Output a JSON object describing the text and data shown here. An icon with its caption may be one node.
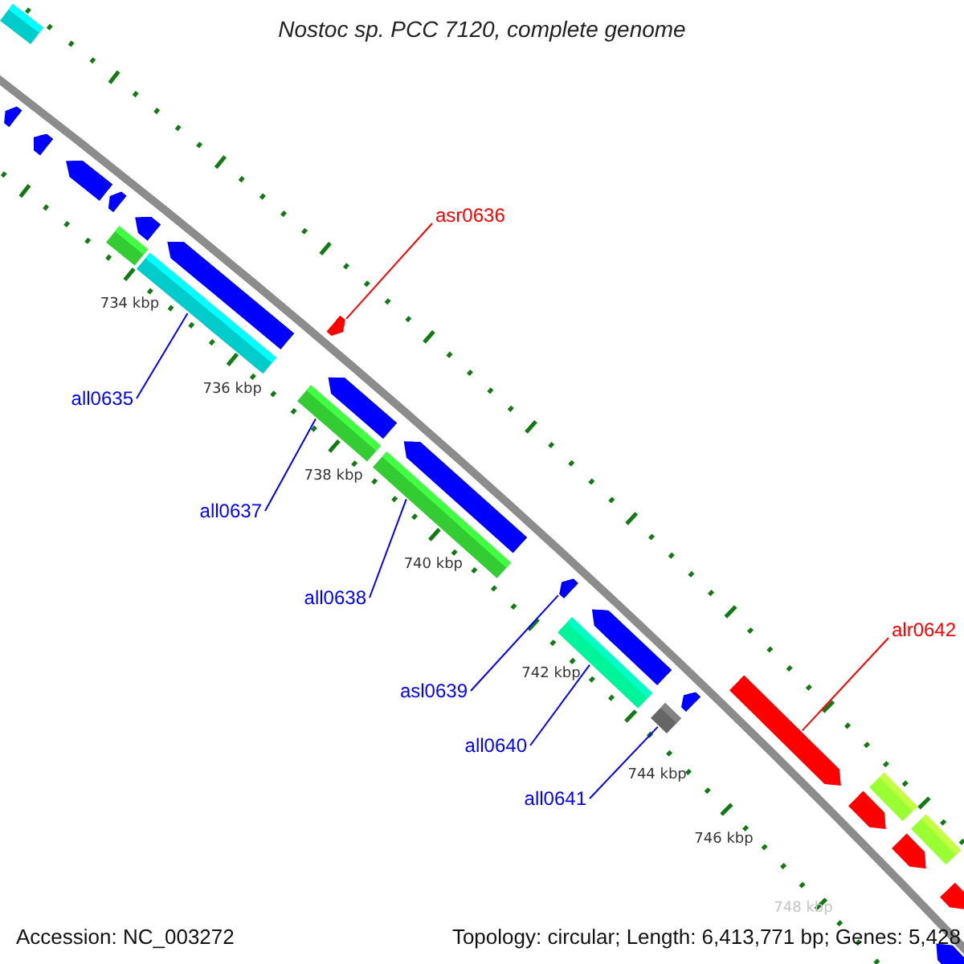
{
  "diagram": {
    "title": "Nostoc sp. PCC 7120, complete genome",
    "nodes": [
      {
        "text": [
          "asr0636"
        ]
      },
      {
        "text": [
          "all0635"
        ]
      },
      {
        "text": [
          "all0637"
        ]
      },
      {
        "text": [
          "all0638"
        ]
      },
      {
        "text": [
          "alr0642"
        ]
      },
      {
        "text": [
          "asl0639"
        ]
      },
      {
        "text": [
          "all0640"
        ]
      },
      {
        "text": [
          "all0641"
        ]
      },
      {
        "text": [],
        "shape": "bar"
      },
      {
        "text": [],
        "shape": "pentagon"
      },
      {
        "text": [],
        "shape": "pentagon"
      },
      {
        "text": [],
        "shape": "pentagon"
      },
      {
        "text": [],
        "shape": "bar"
      },
      {
        "text": [],
        "shape": "pentagon"
      },
      {
        "text": [],
        "shape": "pentagon"
      },
      {
        "text": [],
        "shape": "bar"
      },
      {
        "text": [],
        "shape": "pentagon"
      },
      {
        "text": [],
        "shape": "bar"
      },
      {
        "text": [],
        "shape": "pentagon"
      },
      {
        "text": [],
        "shape": "pentagon"
      },
      {
        "text": [],
        "shape": "bar"
      },
      {
        "text": [],
        "shape": "pentagon"
      },
      {
        "text": [],
        "shape": "pentagon"
      },
      {
        "text": [],
        "shape": "bar"
      },
      {
        "text": [],
        "shape": "pentagon"
      },
      {
        "text": [],
        "shape": "diamond"
      },
      {
        "text": [],
        "shape": "pentagon"
      },
      {
        "text": [],
        "shape": "pentagon"
      },
      {
        "text": [],
        "shape": "pentagon"
      },
      {
        "text": [],
        "shape": "bar"
      },
      {
        "text": [],
        "shape": "pentagon"
      },
      {
        "text": [],
        "shape": "bar"
      },
      {
        "text": [],
        "shape": "pentagon"
      },
      {
        "text": [],
        "shape": "pentagon"
      }
    ],
    "edges": [
      {
        "from": 0,
        "to": 19,
        "arrow": "none",
        "color": "#ff0000"
      },
      {
        "from": 1,
        "to": 15,
        "arrow": "none"
      },
      {
        "from": 2,
        "to": 17,
        "arrow": "none"
      },
      {
        "from": 3,
        "to": 20,
        "arrow": "none"
      },
      {
        "from": 4,
        "to": 27,
        "arrow": "none",
        "color": "#ff0000"
      },
      {
        "from": 5,
        "to": 22,
        "arrow": "none"
      },
      {
        "from": 6,
        "to": 23,
        "arrow": "none"
      },
      {
        "from": 7,
        "to": 25,
        "arrow": "none"
      }
    ],
    "labels": [
      "734 kbp",
      "736 kbp",
      "738 kbp",
      "740 kbp",
      "742 kbp",
      "744 kbp",
      "746 kbp",
      "748 kbp",
      "Accession: NC_003272",
      "Topology: circular; Length: 6,413,771 bp; Genes: 5,428"
    ]
  }
}
